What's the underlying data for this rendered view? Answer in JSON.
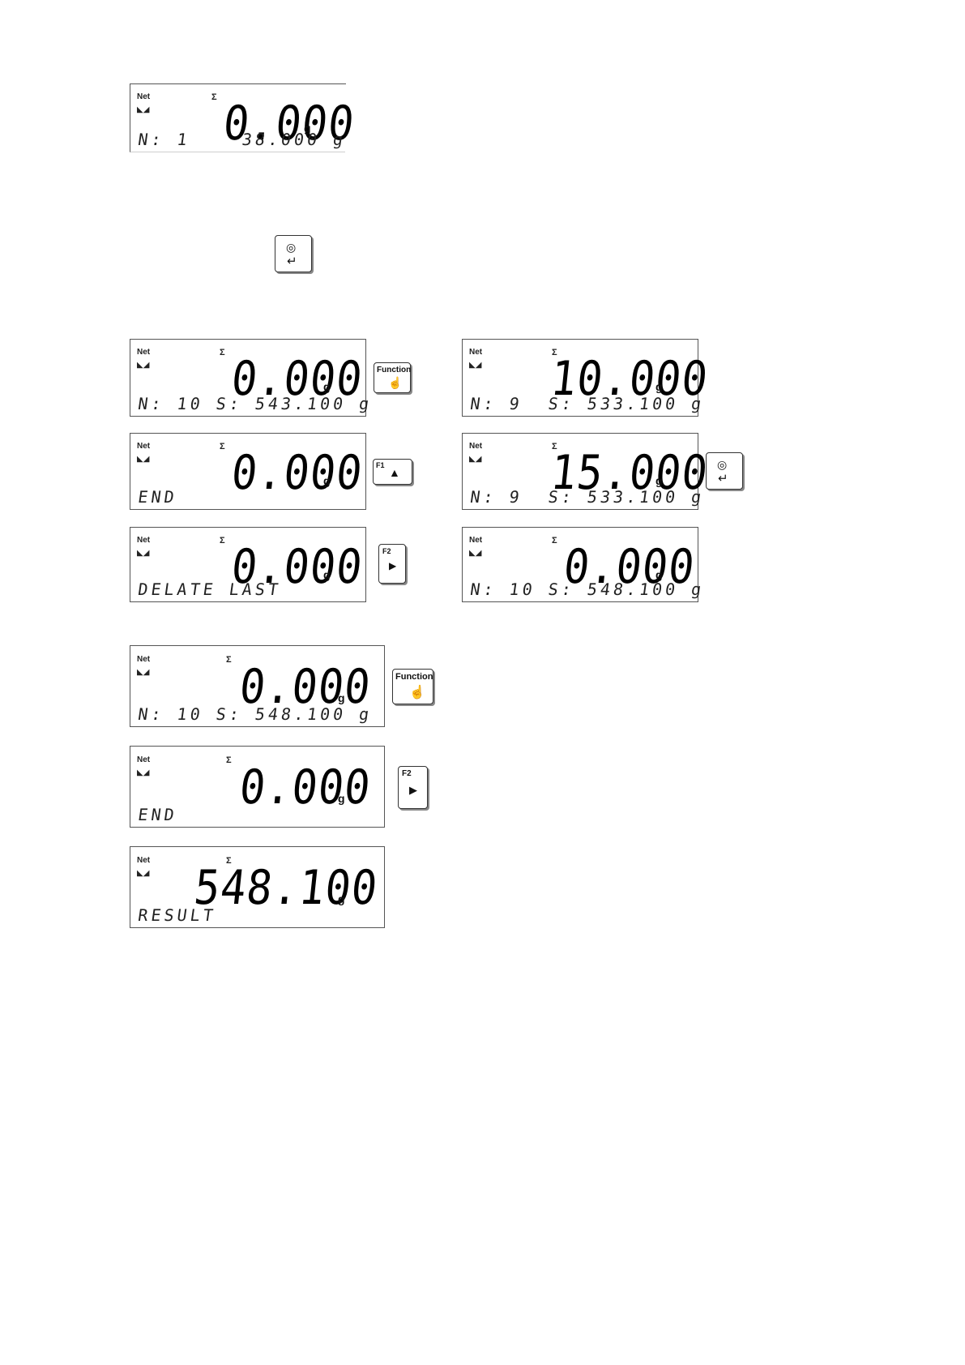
{
  "screens": {
    "s1": {
      "net": "Net",
      "sigma": "Σ",
      "main": "0.000",
      "unit": "g",
      "bottom": "N: 1    38.000 g"
    },
    "s2": {
      "net": "Net",
      "sigma": "Σ",
      "main": "0.000",
      "unit": "g",
      "bottom": "N: 10 S: 543.100 g"
    },
    "s3": {
      "net": "Net",
      "sigma": "Σ",
      "main": "10.000",
      "unit": "g",
      "bottom": "N: 9  S: 533.100 g"
    },
    "s4": {
      "net": "Net",
      "sigma": "Σ",
      "main": "0.000",
      "unit": "g",
      "bottom": "END"
    },
    "s5": {
      "net": "Net",
      "sigma": "Σ",
      "main": "15.000",
      "unit": "g",
      "bottom": "N: 9  S: 533.100 g"
    },
    "s6": {
      "net": "Net",
      "sigma": "Σ",
      "main": "0.000",
      "unit": "g",
      "bottom": "DELATE LAST"
    },
    "s7": {
      "net": "Net",
      "sigma": "Σ",
      "main": "0.000",
      "unit": "g",
      "bottom": "N: 10 S: 548.100 g"
    },
    "s8": {
      "net": "Net",
      "sigma": "Σ",
      "main": "0.000",
      "unit": "g",
      "bottom": "N: 10 S: 548.100 g"
    },
    "s9": {
      "net": "Net",
      "sigma": "Σ",
      "main": "0.000",
      "unit": "g",
      "bottom": "END"
    },
    "s10": {
      "net": "Net",
      "sigma": "Σ",
      "main": "548.100",
      "unit": "g",
      "bottom": "RESULT"
    }
  },
  "keys": {
    "function": "Function",
    "f1": "F1",
    "f2": "F2"
  },
  "icons": {
    "stability": "stability-marker-icon",
    "enter": "print-enter-key-icon",
    "function": "function-hand-icon",
    "up": "up-arrow-icon",
    "right": "right-arrow-icon"
  }
}
